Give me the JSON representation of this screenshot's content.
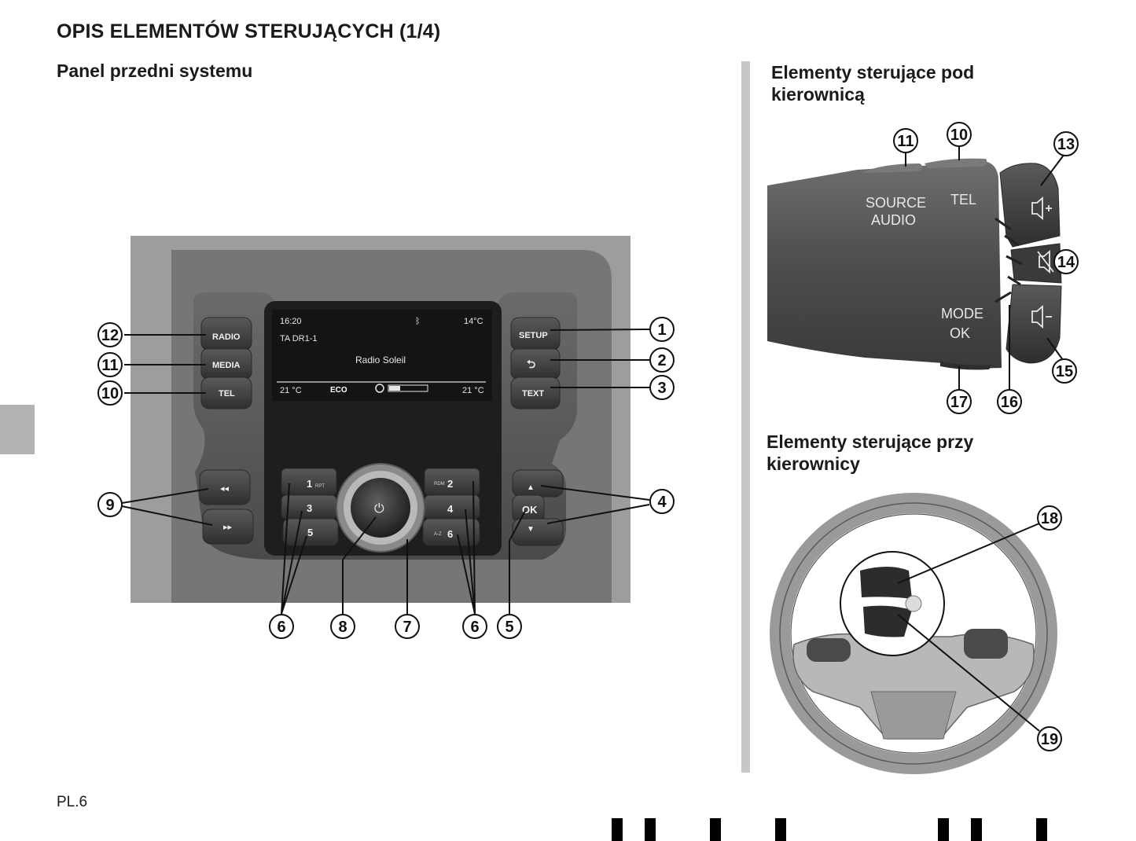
{
  "page": {
    "title": "OPIS ELEMENTÓW STERUJĄCYCH (1/4)",
    "page_number": "PL.6"
  },
  "sections": {
    "front_panel": "Panel przedni systemu",
    "under_wheel": "Elementy sterujące pod\nkierownicą",
    "on_wheel": "Elementy sterujące przy\nkierownicy"
  },
  "panel": {
    "buttons": {
      "radio": "RADIO",
      "media": "MEDIA",
      "tel": "TEL",
      "setup": "SETUP",
      "back": "⮌",
      "text": "TEXT",
      "rewind": "◂◂",
      "forward": "▸▸",
      "up": "▲",
      "ok": "OK",
      "down": "▼",
      "preset1": "1",
      "preset1_sub": "RPT",
      "preset2": "2",
      "preset2_sub": "RDM",
      "preset3": "3",
      "preset4": "4",
      "preset5": "5",
      "preset6": "6",
      "preset6_sub": "A-Z",
      "power": "⏻"
    },
    "screen": {
      "time": "16:20",
      "bluetooth": "ᛒ",
      "outside_temp": "14°C",
      "station_id": "TA DR1-1",
      "station_name": "Radio Soleil",
      "temp_left": "21 °C",
      "eco": "ECO",
      "temp_right": "21 °C"
    }
  },
  "stalk": {
    "source_audio": "SOURCE\nAUDIO",
    "tel": "TEL",
    "mode_ok": "MODE\nOK"
  },
  "callouts": {
    "c1": "1",
    "c2": "2",
    "c3": "3",
    "c4": "4",
    "c5": "5",
    "c6": "6",
    "c7": "7",
    "c8": "8",
    "c9": "9",
    "c10": "10",
    "c11": "11",
    "c12": "12",
    "c13": "13",
    "c14": "14",
    "c15": "15",
    "c16": "16",
    "c17": "17",
    "c18": "18",
    "c19": "19"
  },
  "colors": {
    "accent_gray": "#b3b3b3",
    "divider": "#c7c7c7",
    "text": "#1a1a1a"
  }
}
